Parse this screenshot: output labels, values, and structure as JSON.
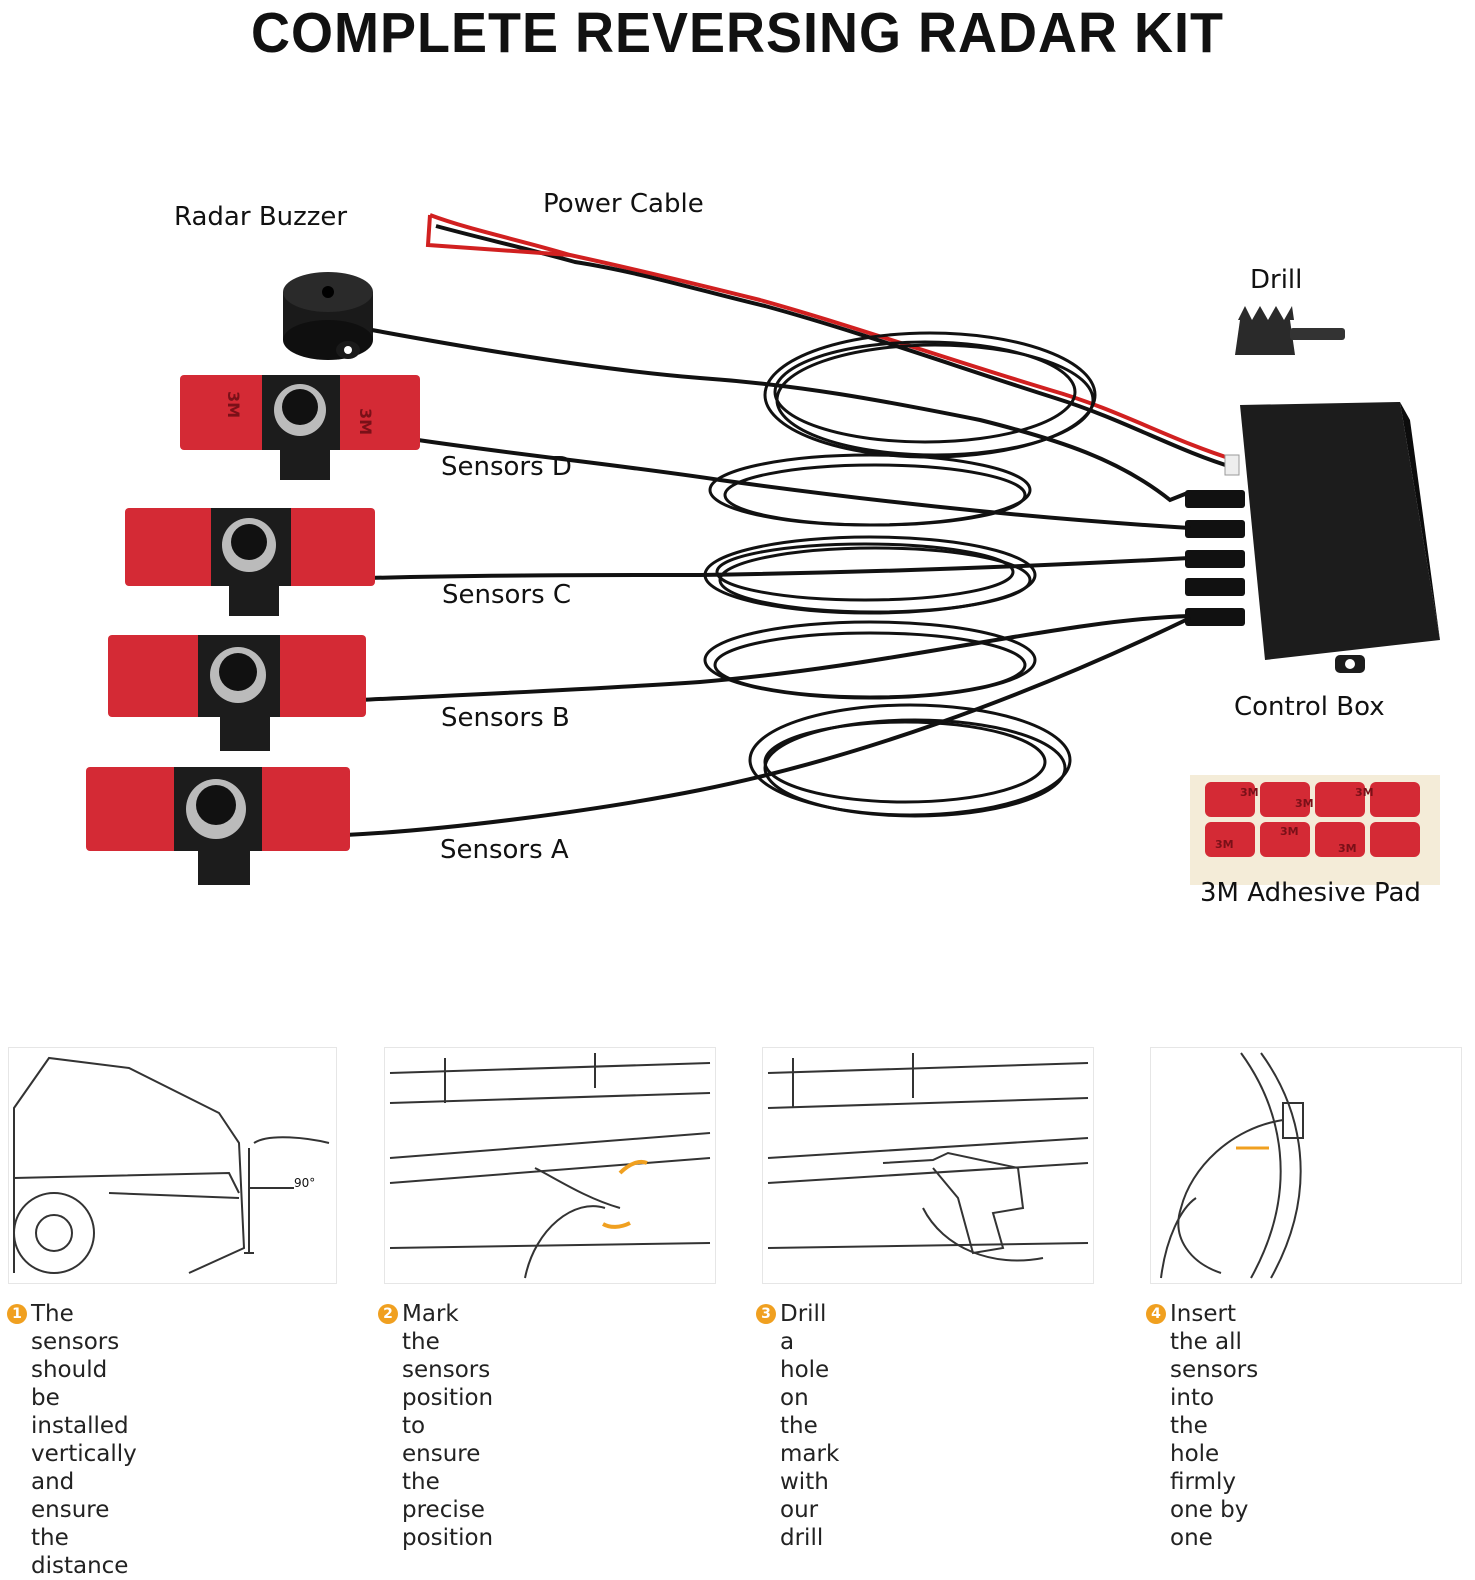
{
  "title": "COMPLETE REVERSING RADAR KIT",
  "labels": {
    "radar_buzzer": "Radar Buzzer",
    "power_cable": "Power Cable",
    "drill": "Drill",
    "sensors_d": "Sensors D",
    "sensors_c": "Sensors C",
    "sensors_b": "Sensors B",
    "sensors_a": "Sensors A",
    "control_box": "Control Box",
    "adhesive_pad": "3M Adhesive Pad"
  },
  "sensor_tape_text": "3M",
  "angle_text": "90°",
  "steps": [
    {
      "num": "1",
      "text": "The sensors should be\ninstalled vertically and\nensure the distance"
    },
    {
      "num": "2",
      "text": "Mark the sensors position\nto ensure the precise position"
    },
    {
      "num": "3",
      "text": "Drill a hole on the mark with\nour drill"
    },
    {
      "num": "4",
      "text": "Insert  the all sensors into\nthe hole firmly one by one"
    }
  ],
  "colors": {
    "tape_red": "#d42a35",
    "cable": "#111111",
    "accent_orange": "#f0a020",
    "power_red": "#d12020"
  }
}
